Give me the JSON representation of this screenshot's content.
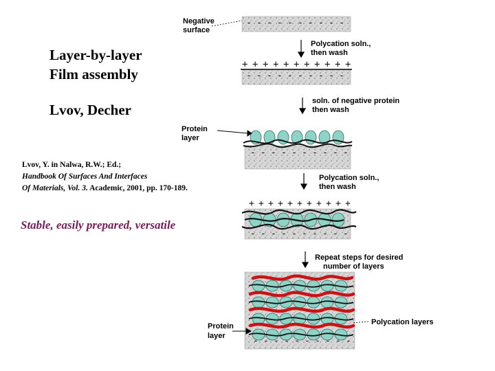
{
  "slide": {
    "title_line1": "Layer-by-layer",
    "title_line2": "Film assembly",
    "authors": "Lvov, Decher",
    "reference": {
      "line1": "Lvov, Y. in Nalwa, R.W.; Ed.;",
      "line2": "Handbook Of Surfaces And Interfaces",
      "line3_italic": "Of Materials, Vol. 3.",
      "line3_rest": " Academic, 2001, pp. 170-189."
    },
    "tagline": "Stable, easily prepared, versatile"
  },
  "diagram": {
    "negative_surface_line1": "Negative",
    "negative_surface_line2": "surface",
    "step1_line1": "Polycation soln.,",
    "step1_line2": "then wash",
    "step2_line1": "soln. of negative protein",
    "step2_line2": "then wash",
    "protein_layer_line1": "Protein",
    "protein_layer_line2": "layer",
    "step3_line1": "Polycation soln.,",
    "step3_line2": "then wash",
    "step4_line1": "Repeat steps for desired",
    "step4_line2": "number of layers",
    "protein_layer2_line1": "Protein",
    "protein_layer2_line2": "layer",
    "polycation_layers": "Polycation layers",
    "plus_sign": "+",
    "minus_sign": "-"
  },
  "colors": {
    "title_text": "#000000",
    "tagline_text": "#7a1a5a",
    "protein_fill": "#8fd3c7",
    "polycation_red": "#c81414",
    "substrate_gray": "#d4d4d4"
  }
}
